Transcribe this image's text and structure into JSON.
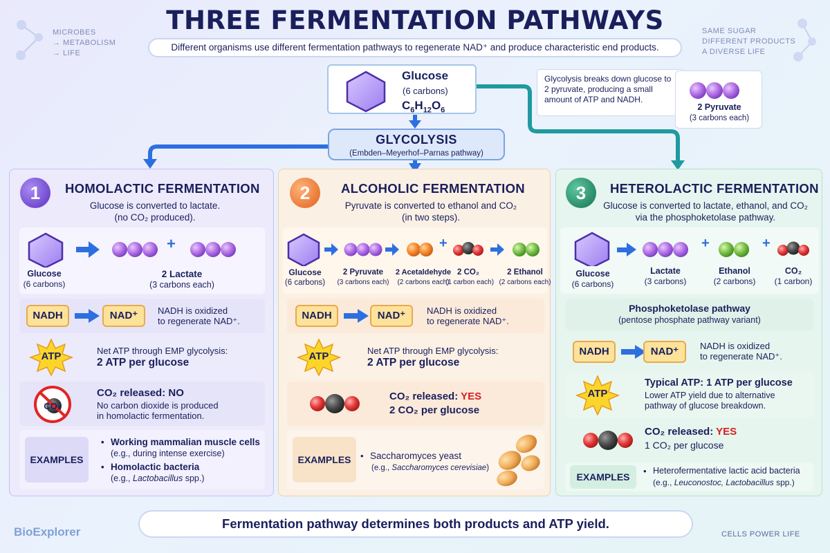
{
  "title": "THREE FERMENTATION PATHWAYS",
  "subtitle": "Different organisms use different fermentation pathways to regenerate NAD⁺ and produce characteristic end products.",
  "side_left": [
    "MICROBES",
    "→ METABOLISM",
    "→ LIFE"
  ],
  "side_right": [
    "SAME SUGAR",
    "DIFFERENT PRODUCTS",
    "A DIVERSE LIFE"
  ],
  "glucose": {
    "name": "Glucose",
    "carbons": "(6 carbons)",
    "formula_parts": [
      "C",
      "6",
      "H",
      "12",
      "O",
      "6"
    ]
  },
  "glycolysis_note": "Glycolysis breaks down glucose to 2 pyruvate, producing a small amount of ATP and NADH.",
  "pyruvate": {
    "name": "2 Pyruvate",
    "carbons": "(3 carbons each)"
  },
  "glycolysis": {
    "title": "GLYCOLYSIS",
    "subtitle": "(Embden–Meyerhof–Parnas pathway)"
  },
  "p1": {
    "num": "1",
    "title": "HOMOLACTIC FERMENTATION",
    "desc1": "Glucose is converted to lactate.",
    "desc2": "(no CO₂ produced).",
    "in_name": "Glucose",
    "in_sub": "(6 carbons)",
    "plus": "+",
    "out_name": "2 Lactate",
    "out_sub": "(3 carbons each)",
    "nadh": "NADH",
    "nad": "NAD⁺",
    "nad_text1": "NADH is oxidized",
    "nad_text2": "to regenerate NAD⁺.",
    "atp": "ATP",
    "atp_text1": "Net ATP through EMP glycolysis:",
    "atp_text2": "2 ATP per glucose",
    "co2_icon": "CO₂",
    "co2_title": "CO₂ released: NO",
    "co2_text1": "No carbon dioxide is produced",
    "co2_text2": "in homolactic fermentation.",
    "ex_label": "EXAMPLES",
    "ex1": "Working mammalian muscle cells",
    "ex1_sub": "(e.g., during intense exercise)",
    "ex2": "Homolactic bacteria",
    "ex2_sub_pre": "(e.g., ",
    "ex2_sub_it": "Lactobacillus",
    "ex2_sub_post": " spp.)",
    "bullet": "•"
  },
  "p2": {
    "num": "2",
    "title": "ALCOHOLIC FERMENTATION",
    "desc1": "Pyruvate is converted to ethanol and CO₂",
    "desc2": "(in two steps).",
    "items": [
      {
        "name": "Glucose",
        "sub": "(6 carbons)"
      },
      {
        "name": "2 Pyruvate",
        "sub": "(3 carbons each)"
      },
      {
        "name": "2 Acetaldehyde",
        "sub": "(2 carbons each)"
      },
      {
        "name": "2 CO₂",
        "sub": "(1 carbon each)"
      },
      {
        "name": "2 Ethanol",
        "sub": "(2 carbons each)"
      }
    ],
    "plus": "+",
    "nadh": "NADH",
    "nad": "NAD⁺",
    "nad_text1": "NADH is oxidized",
    "nad_text2": "to regenerate NAD⁺.",
    "atp": "ATP",
    "atp_text1": "Net ATP through EMP glycolysis:",
    "atp_text2": "2 ATP per glucose",
    "co2_title": "CO₂ released: ",
    "co2_yes": "YES",
    "co2_text": "2 CO₂ per glucose",
    "ex_label": "EXAMPLES",
    "bullet": "•",
    "ex1": "Saccharomyces yeast",
    "ex1_sub_pre": "(e.g., ",
    "ex1_sub_it": "Saccharomyces cerevisiae",
    "ex1_sub_post": ")"
  },
  "p3": {
    "num": "3",
    "title": "HETEROLACTIC FERMENTATION",
    "desc1": "Glucose is converted to lactate, ethanol, and CO₂",
    "desc2": "via the phosphoketolase pathway.",
    "items": [
      {
        "name": "Glucose",
        "sub": "(6 carbons)"
      },
      {
        "name": "Lactate",
        "sub": "(3 carbons)"
      },
      {
        "name": "Ethanol",
        "sub": "(2 carbons)"
      },
      {
        "name": "CO₂",
        "sub": "(1 carbon)"
      }
    ],
    "plus": "+",
    "phk_title": "Phosphoketolase pathway",
    "phk_sub": "(pentose phosphate pathway variant)",
    "nadh": "NADH",
    "nad": "NAD⁺",
    "nad_text1": "NADH is oxidized",
    "nad_text2": "to regenerate NAD⁺.",
    "atp": "ATP",
    "atp_text1": "Typical ATP:  1 ATP per glucose",
    "atp_text2": "Lower ATP yield due to alternative",
    "atp_text3": "pathway of glucose breakdown.",
    "co2_title": "CO₂ released: ",
    "co2_yes": "YES",
    "co2_text": "1 CO₂  per glucose",
    "ex_label": "EXAMPLES",
    "bullet": "•",
    "ex1": "Heterofermentative lactic acid bacteria",
    "ex1_sub_pre": "(e.g., ",
    "ex1_sub_it": "Leuconostoc, Lactobacillus",
    "ex1_sub_post": " spp.)"
  },
  "footer": "Fermentation pathway determines both products and ATP yield.",
  "brand": "BioExplorer",
  "tagline": "CELLS  POWER  LIFE",
  "colors": {
    "navy": "#1a1f5c",
    "purple": "#7b4fd6",
    "orange": "#f07a26",
    "teal": "#1f8a6a",
    "arrow_blue": "#2e6fe0",
    "yes_red": "#d91d1d"
  }
}
